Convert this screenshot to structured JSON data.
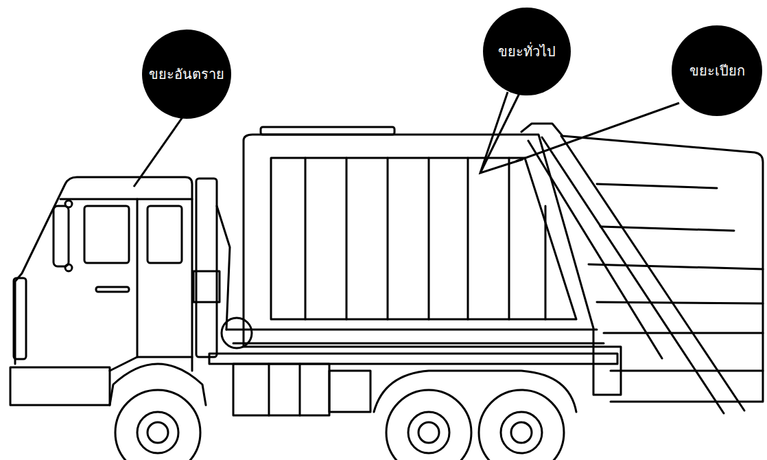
{
  "diagram": {
    "nodes": [
      {
        "text": [
          "ขยะอันตราย"
        ]
      },
      {
        "text": [
          "ขยะทั่วไป"
        ]
      },
      {
        "text": [
          "ขยะเปียก"
        ]
      }
    ]
  }
}
